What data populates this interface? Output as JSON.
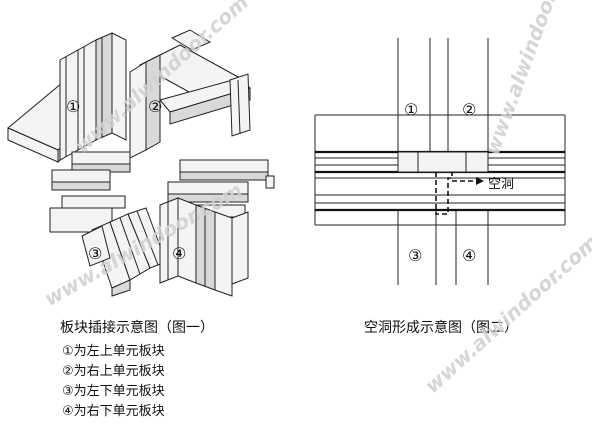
{
  "figure1": {
    "caption": "板块插接示意图（图一）",
    "labels": [
      "①",
      "②",
      "③",
      "④"
    ]
  },
  "figure2": {
    "caption": "空洞形成示意图（图二）",
    "labels": [
      "①",
      "②",
      "③",
      "④"
    ],
    "void_label": "空洞"
  },
  "legend": [
    "①为左上单元板块",
    "②为右上单元板块",
    "③为左下单元板块",
    "④为右下单元板块"
  ],
  "watermark": "www.alwindoor.com"
}
